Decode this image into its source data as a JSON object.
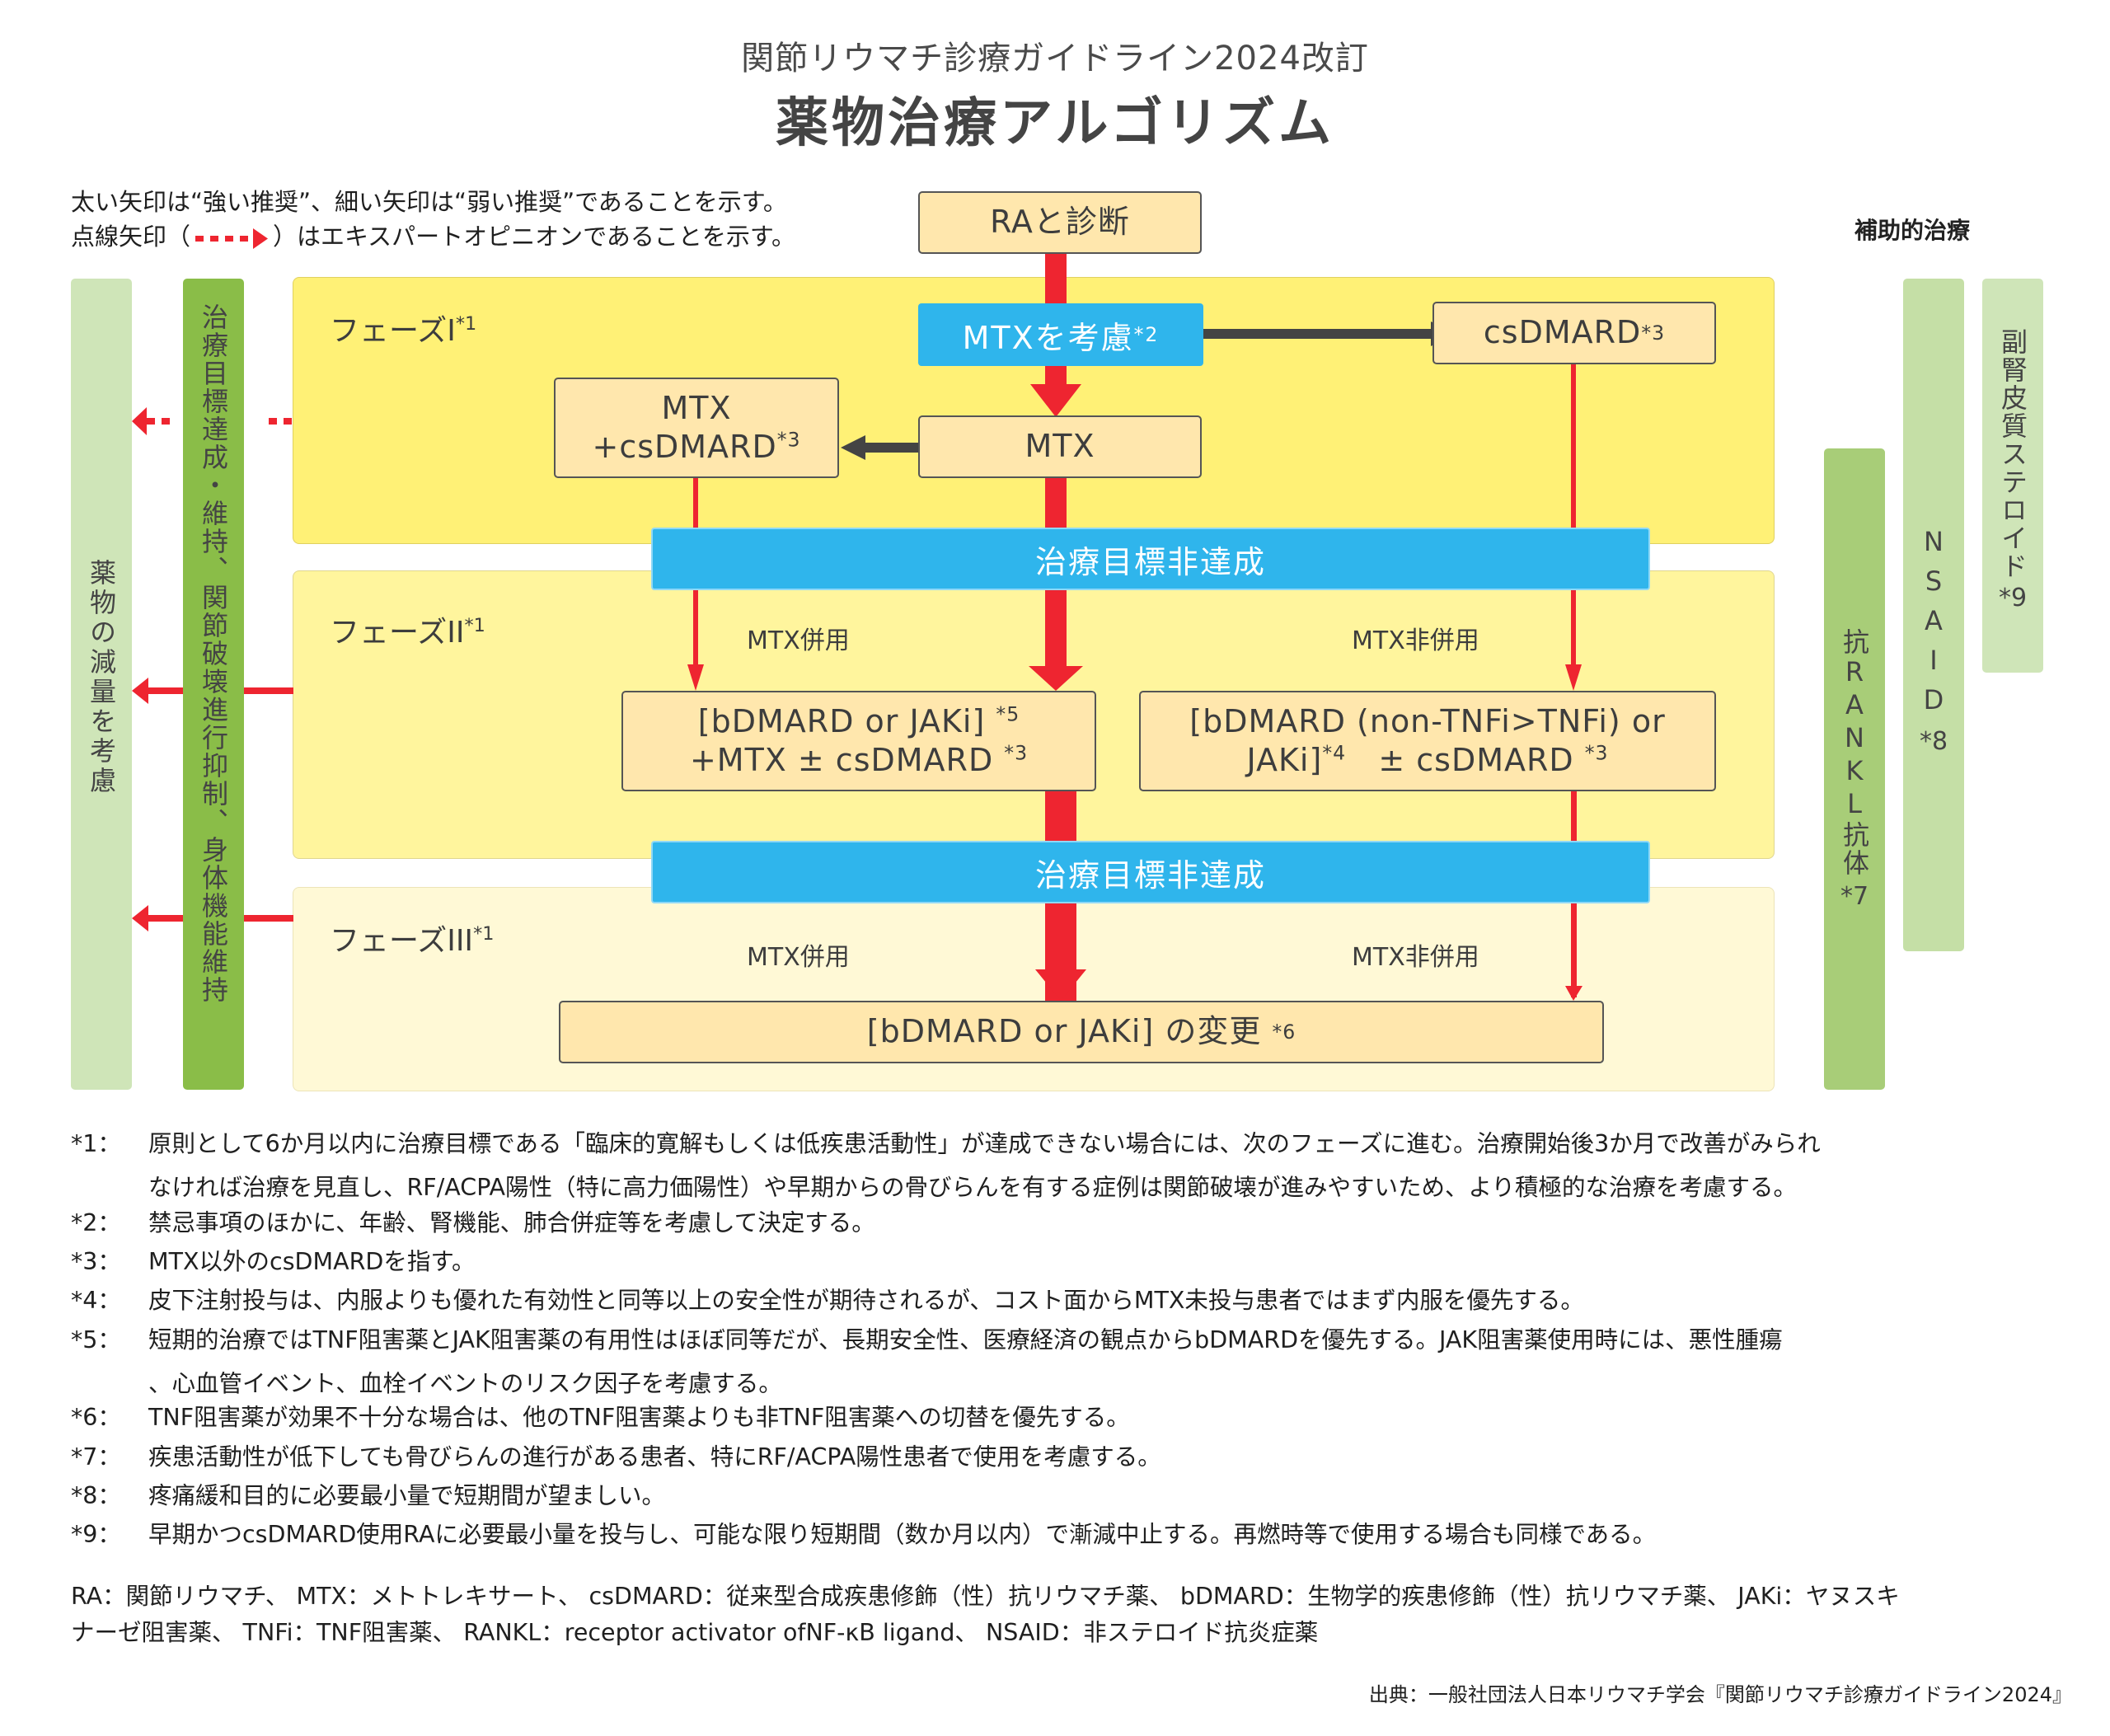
{
  "header": {
    "subtitle": "関節リウマチ診療ガイドライン2024改訂",
    "title": "薬物治療アルゴリズム"
  },
  "legend": {
    "line1": "太い矢印は“強い推奨”、細い矢印は“弱い推奨”であることを示す。",
    "line2_prefix": "点線矢印（",
    "line2_suffix": "）はエキスパートオピニオンであることを示す。"
  },
  "colors": {
    "strong_arrow": "#ee2530",
    "weak_arrow": "#ee2530",
    "dark_arrow": "#444444",
    "blue_bar": "#2fb5ec",
    "box_fill": "#ffe7ad",
    "phase1": "#fff176",
    "phase2": "#fff59d",
    "phase3": "#fff9d6",
    "green_dark": "#8abd48",
    "green_mid": "#a8cd78",
    "green_light": "#cfe5b8"
  },
  "flow": {
    "start": "RAと診断",
    "consider_mtx": "MTXを考慮",
    "consider_mtx_note": "*2",
    "csdmard": "csDMARD",
    "csdmard_note": "*3",
    "mtx": "MTX",
    "mtx_combo_line1": "MTX",
    "mtx_combo_line2": "+csDMARD",
    "mtx_combo_note": "*3",
    "not_achieved": "治療目標非達成",
    "mtx_with": "MTX併用",
    "mtx_without": "MTX非併用",
    "phase2_left_line1": "[bDMARD or JAKi]",
    "phase2_left_note1": "*5",
    "phase2_left_line2": "+MTX ± csDMARD",
    "phase2_left_note2": "*3",
    "phase2_right_line1": "[bDMARD (non-TNFi>TNFi) or",
    "phase2_right_line2a": "JAKi]",
    "phase2_right_note1": "*4",
    "phase2_right_line2b": "± csDMARD",
    "phase2_right_note2": "*3",
    "phase3_box": "[bDMARD or JAKi] の変更",
    "phase3_box_note": "*6"
  },
  "phases": [
    {
      "label": "フェーズI",
      "note": "*1"
    },
    {
      "label": "フェーズII",
      "note": "*1"
    },
    {
      "label": "フェーズIII",
      "note": "*1"
    }
  ],
  "left_bars": {
    "outer": "薬物の減量を考慮",
    "inner": "治療目標達成・維持、関節破壊進行抑制、身体機能維持"
  },
  "aux": {
    "title": "補助的治療",
    "rankl": "抗RANKL抗体",
    "rankl_note": "*7",
    "nsaid": "NSAID",
    "nsaid_note": "*8",
    "steroid": "副腎皮質ステロイド",
    "steroid_note": "*9"
  },
  "notes": [
    {
      "key": "*1：",
      "text": "原則として6か月以内に治療目標である「臨床的寛解もしくは低疾患活動性」が達成できない場合には、次のフェーズに進む。治療開始後3か月で改善がみられ",
      "cont": "なければ治療を見直し、RF/ACPA陽性（特に高力価陽性）や早期からの骨びらんを有する症例は関節破壊が進みやすいため、より積極的な治療を考慮する。"
    },
    {
      "key": "*2：",
      "text": "禁忌事項のほかに、年齢、腎機能、肺合併症等を考慮して決定する。"
    },
    {
      "key": "*3：",
      "text": "MTX以外のcsDMARDを指す。"
    },
    {
      "key": "*4：",
      "text": "皮下注射投与は、内服よりも優れた有効性と同等以上の安全性が期待されるが、コスト面からMTX未投与患者ではまず内服を優先する。"
    },
    {
      "key": "*5：",
      "text": "短期的治療ではTNF阻害薬とJAK阻害薬の有用性はほぼ同等だが、長期安全性、医療経済の観点からbDMARDを優先する。JAK阻害薬使用時には、悪性腫瘍",
      "cont": "、心血管イベント、血栓イベントのリスク因子を考慮する。"
    },
    {
      "key": "*6：",
      "text": "TNF阻害薬が効果不十分な場合は、他のTNF阻害薬よりも非TNF阻害薬への切替を優先する。"
    },
    {
      "key": "*7：",
      "text": "疾患活動性が低下しても骨びらんの進行がある患者、特にRF/ACPA陽性患者で使用を考慮する。"
    },
    {
      "key": "*8：",
      "text": "疼痛緩和目的に必要最小量で短期間が望ましい。"
    },
    {
      "key": "*9：",
      "text": "早期かつcsDMARD使用RAに必要最小量を投与し、可能な限り短期間（数か月以内）で漸減中止する。再燃時等で使用する場合も同様である。"
    }
  ],
  "abbreviations": {
    "line1": "RA：関節リウマチ、 MTX：メトトレキサート、 csDMARD：従来型合成疾患修飾（性）抗リウマチ薬、 bDMARD：生物学的疾患修飾（性）抗リウマチ薬、 JAKi：ヤヌスキ",
    "line2": "ナーゼ阻害薬、 TNFi：TNF阻害薬、 RANKL：receptor activator ofNF-κB ligand、 NSAID：非ステロイド抗炎症薬"
  },
  "source": "出典：一般社団法人日本リウマチ学会『関節リウマチ診療ガイドライン2024』"
}
